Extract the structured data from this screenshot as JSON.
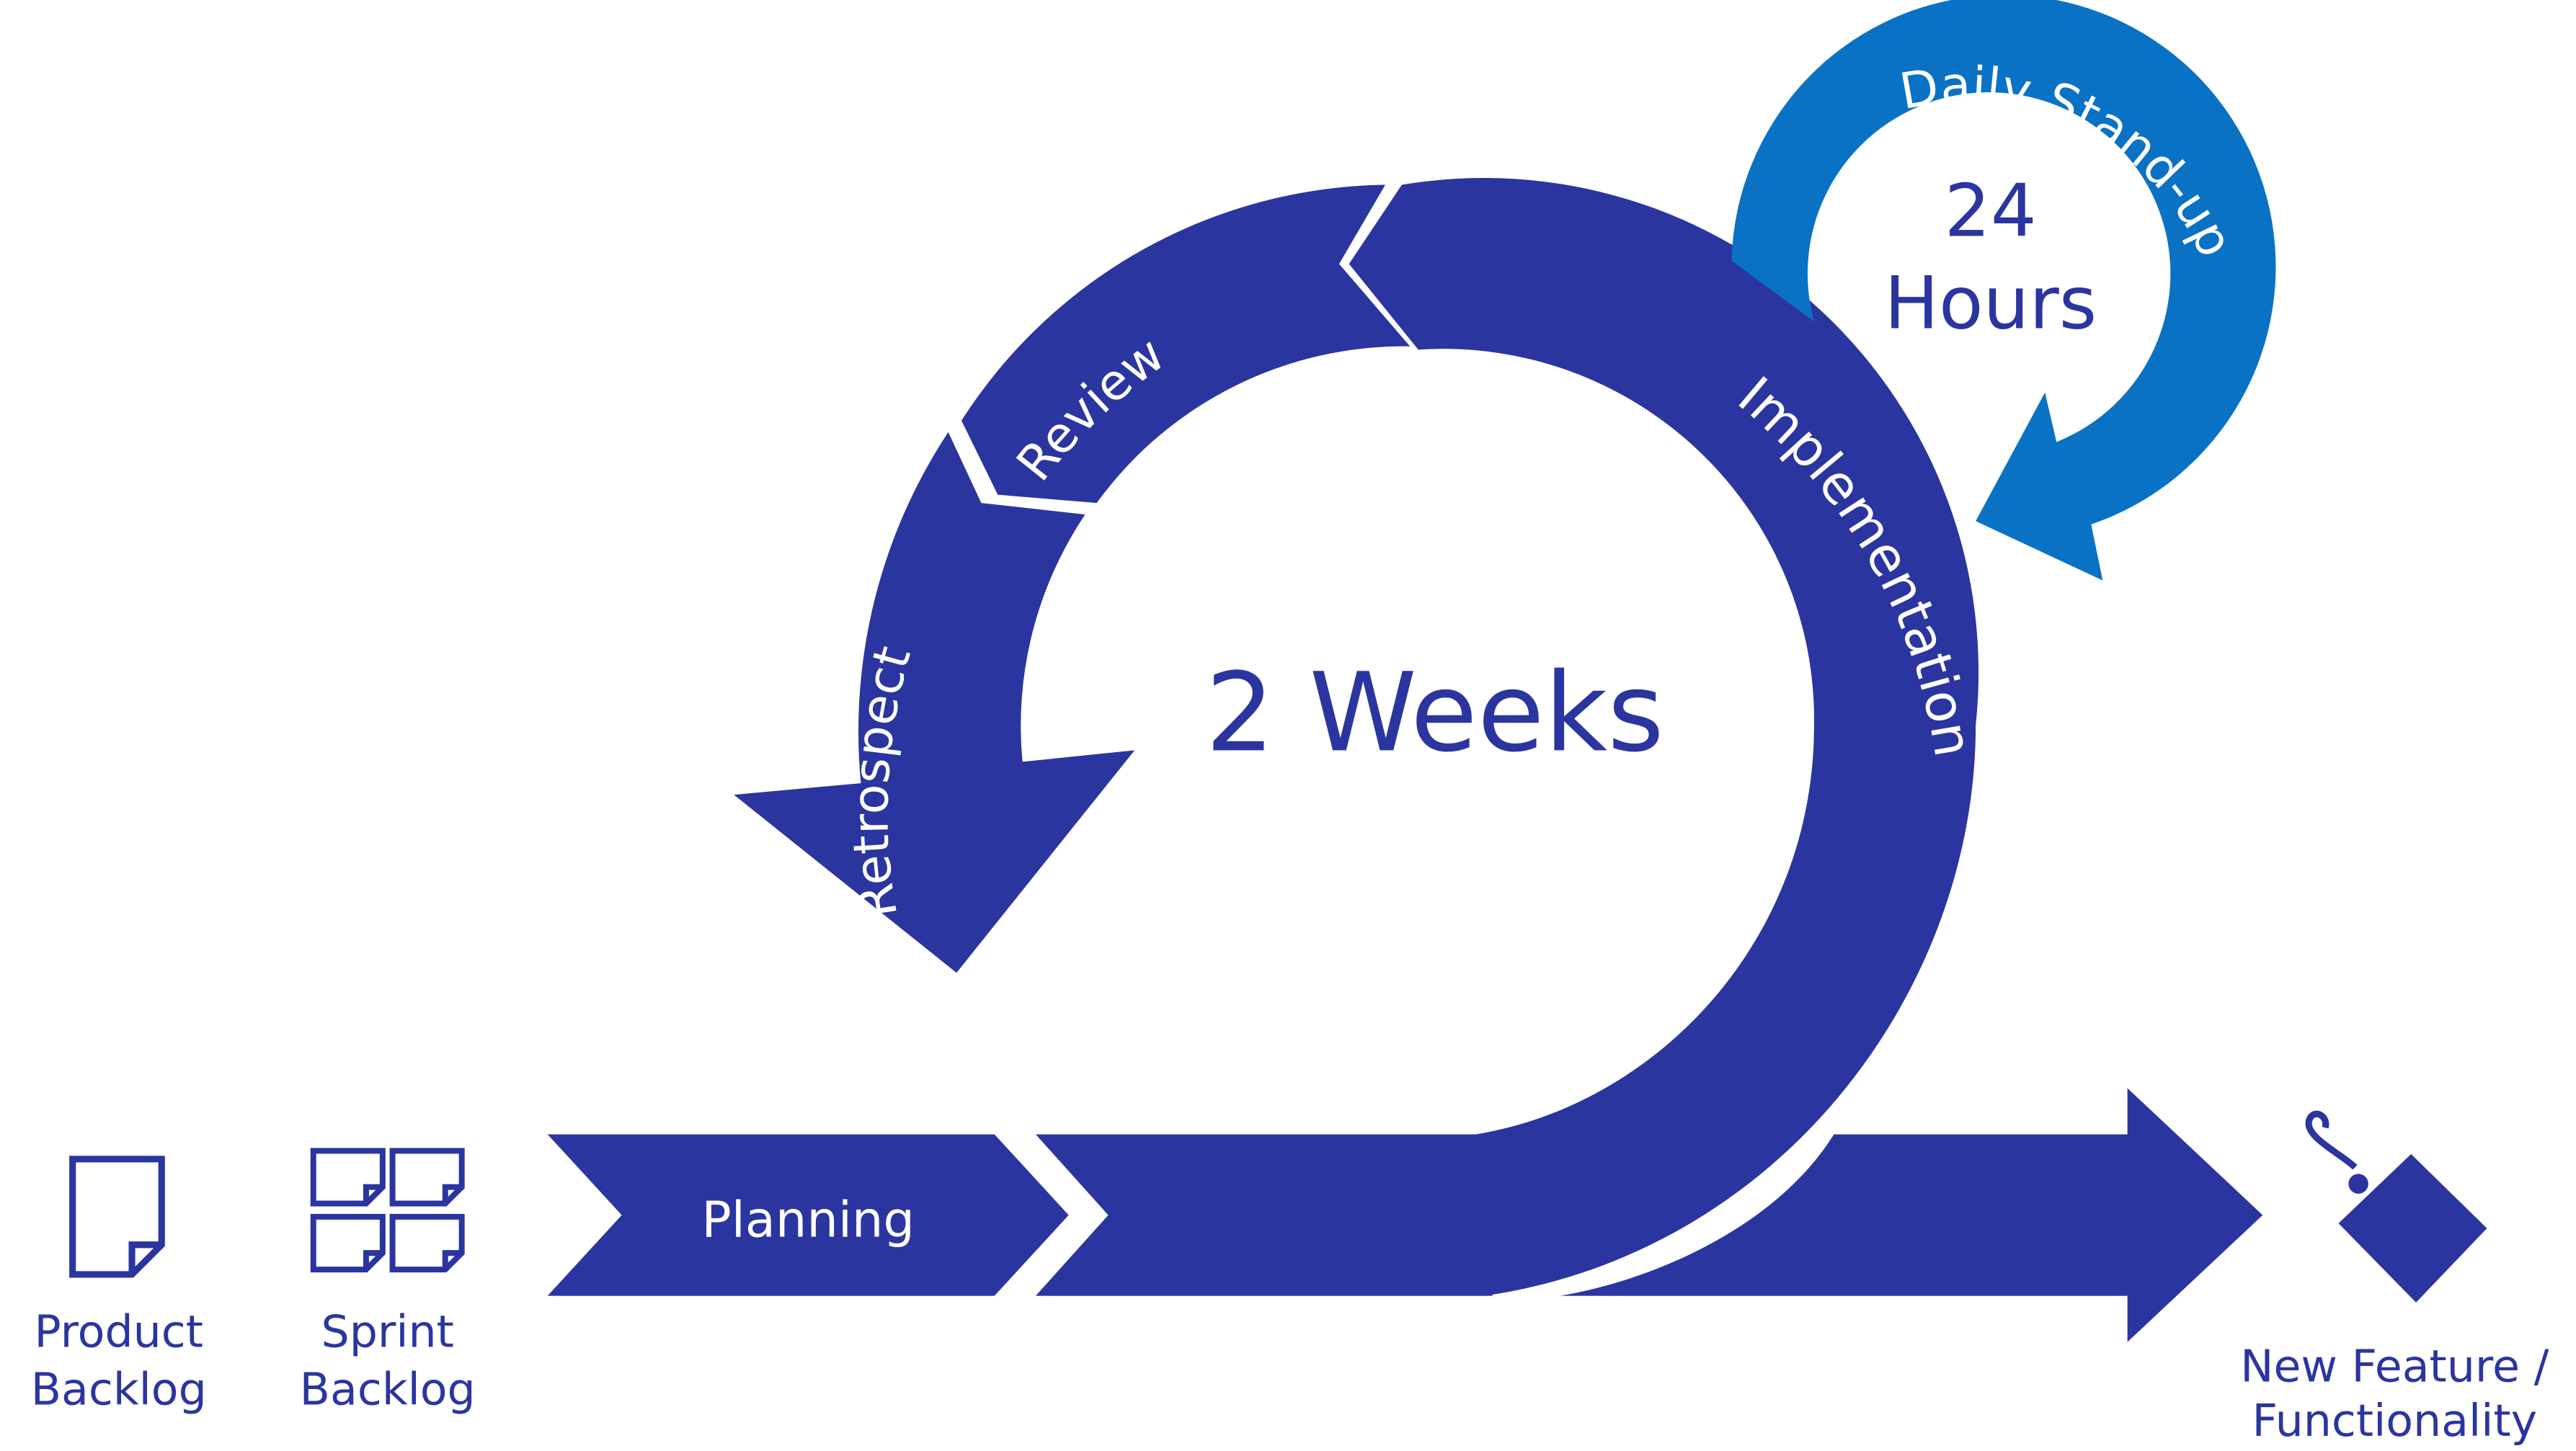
{
  "colors": {
    "primary": "#2b35a0",
    "standup": "#0a72c4",
    "background": "#ffffff"
  },
  "center": {
    "duration": "2 Weeks"
  },
  "phases": {
    "planning": "Planning",
    "implementation": "Implementation",
    "review": "Review",
    "retrospect": "Retrospect"
  },
  "standup": {
    "label": "Daily Stand-up",
    "duration_line1": "24",
    "duration_line2": "Hours"
  },
  "artifacts": {
    "product_backlog": {
      "icon": "document-icon",
      "line1": "Product",
      "line2": "Backlog"
    },
    "sprint_backlog": {
      "icon": "document-grid-icon",
      "line1": "Sprint",
      "line2": "Backlog"
    },
    "output": {
      "icon": "price-tag-icon",
      "line1": "New Feature /",
      "line2": "Functionality"
    }
  }
}
